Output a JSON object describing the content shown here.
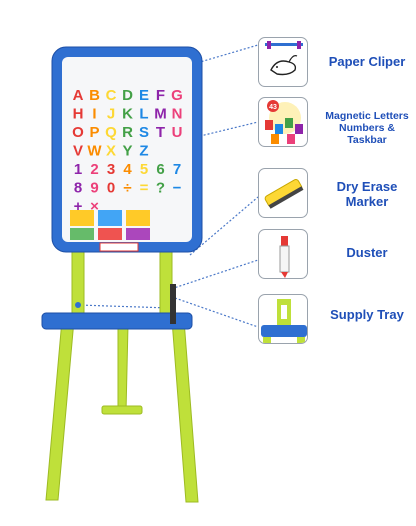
{
  "features": [
    {
      "label": "Paper Cliper",
      "icon": "whale-paper-clip-icon"
    },
    {
      "label": "Magnetic Letters Numbers & Taskbar",
      "icon": "magnetic-letters-icon",
      "badge": "43"
    },
    {
      "label": "Dry Erase Marker",
      "icon": "eraser-block-icon"
    },
    {
      "label": "Duster",
      "icon": "marker-pen-icon"
    },
    {
      "label": "Supply Tray",
      "icon": "supply-tray-icon"
    }
  ],
  "board": {
    "rows": [
      [
        "A",
        "B",
        "C",
        "D",
        "E",
        "F",
        "G"
      ],
      [
        "H",
        "I",
        "J",
        "K",
        "L",
        "M",
        "N"
      ],
      [
        "O",
        "P",
        "Q",
        "R",
        "S",
        "T",
        "U"
      ],
      [
        "V",
        "W",
        "X",
        "Y",
        "Z"
      ],
      [
        "1",
        "2",
        "3",
        "4",
        "5",
        "6",
        "7"
      ],
      [
        "8",
        "9",
        "0",
        "÷",
        "=",
        "?",
        "−"
      ],
      [
        "+",
        "×"
      ]
    ]
  },
  "colors": {
    "frame": "#2f6fd1",
    "legs": "#bfe03a",
    "label_text": "#1f4fb8",
    "dotted_line": "#4a78c8",
    "letters": [
      "#e53935",
      "#fb8c00",
      "#fdd835",
      "#43a047",
      "#1e88e5",
      "#8e24aa",
      "#ec407a"
    ]
  }
}
